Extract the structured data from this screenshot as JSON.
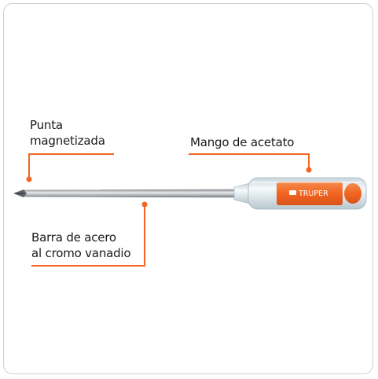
{
  "callouts": {
    "tip": {
      "line1": "Punta",
      "line2": "magnetizada"
    },
    "handle": {
      "text": "Mango de acetato"
    },
    "shaft": {
      "line1": "Barra de acero",
      "line2": "al cromo vanadio"
    }
  },
  "brand": {
    "text": "TRUPER"
  },
  "colors": {
    "accent": "#f26522",
    "handle_clear": "#dfe9ee",
    "shaft": "#b9bcbf",
    "text": "#1a1a1a"
  }
}
